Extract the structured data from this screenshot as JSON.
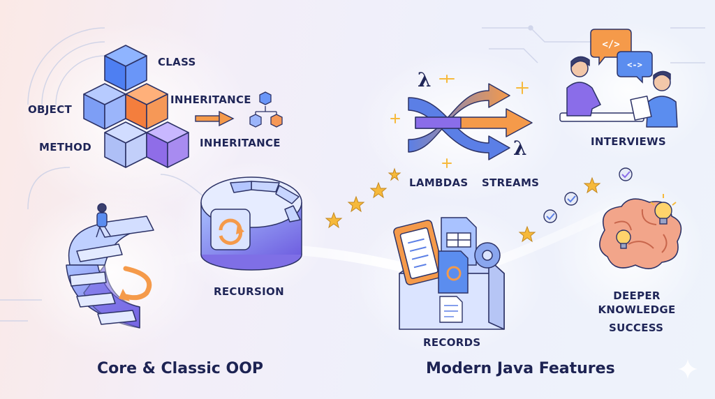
{
  "sections": {
    "core": "Core & Classic OOP",
    "modern": "Modern Java Features"
  },
  "labels": {
    "class": "CLASS",
    "object": "OBJECT",
    "method": "METHOD",
    "inheritance_top": "INHERITANCE",
    "inheritance_bottom": "INHERITANCE",
    "recursion": "RECURSION",
    "lambdas": "LAMBDAS",
    "streams": "STREAMS",
    "records": "RECORDS",
    "interviews": "INTERVIEWS",
    "deeper_knowledge": "DEEPER KNOWLEDGE",
    "success": "SUCCESS"
  },
  "glyphs": {
    "lambda": "λ",
    "code_tag": "</>",
    "swap_arrows": "<->"
  },
  "colors": {
    "navy": "#1d2353",
    "blue": "#5b8def",
    "purple": "#8a6de9",
    "orange": "#f59a4a",
    "star": "#f6b93b",
    "light_blue": "#d9e6ff"
  },
  "icons": [
    "cube-stack-icon",
    "hierarchy-icon",
    "spiral-staircase-icon",
    "person-climbing-icon",
    "curved-arrow-icon",
    "merging-arrows-icon",
    "sparkle-icon",
    "star-icon",
    "check-circle-icon",
    "open-box-icon",
    "clipboard-icon",
    "document-icon",
    "gear-icon",
    "people-talking-icon",
    "chat-bubble-icon",
    "brain-icon",
    "lightbulb-icon"
  ]
}
